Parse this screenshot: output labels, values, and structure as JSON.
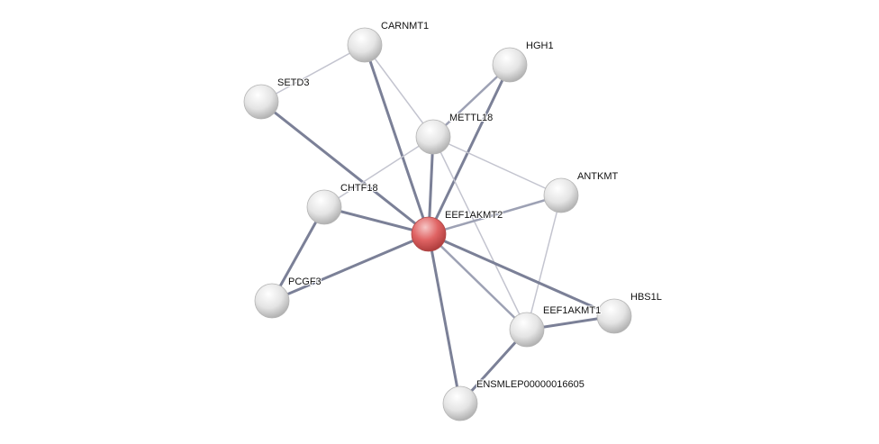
{
  "network": {
    "query_node": "EEF1AKMT2",
    "colors": {
      "query": "#e05a5a",
      "node": "#e6e6e6",
      "strong": "#7b8097",
      "medium": "#9da1b4",
      "weak": "#c3c4cf"
    },
    "nodes": [
      {
        "id": "CARNMT1",
        "label": "CARNMT1"
      },
      {
        "id": "HGH1",
        "label": "HGH1"
      },
      {
        "id": "SETD3",
        "label": "SETD3"
      },
      {
        "id": "METTL18",
        "label": "METTL18"
      },
      {
        "id": "ANTKMT",
        "label": "ANTKMT"
      },
      {
        "id": "CHTF18",
        "label": "CHTF18"
      },
      {
        "id": "EEF1AKMT2",
        "label": "EEF1AKMT2"
      },
      {
        "id": "PCGF3",
        "label": "PCGF3"
      },
      {
        "id": "HBS1L",
        "label": "HBS1L"
      },
      {
        "id": "EEF1AKMT1",
        "label": "EEF1AKMT1"
      },
      {
        "id": "ENSMLEP00000016605",
        "label": "ENSMLEP00000016605"
      }
    ],
    "edges": [
      {
        "source": "CARNMT1",
        "target": "SETD3",
        "strength": "weak"
      },
      {
        "source": "CARNMT1",
        "target": "METTL18",
        "strength": "weak"
      },
      {
        "source": "CARNMT1",
        "target": "EEF1AKMT2",
        "strength": "strong"
      },
      {
        "source": "HGH1",
        "target": "METTL18",
        "strength": "medium"
      },
      {
        "source": "HGH1",
        "target": "EEF1AKMT2",
        "strength": "strong"
      },
      {
        "source": "SETD3",
        "target": "EEF1AKMT2",
        "strength": "strong"
      },
      {
        "source": "METTL18",
        "target": "CHTF18",
        "strength": "weak"
      },
      {
        "source": "METTL18",
        "target": "EEF1AKMT2",
        "strength": "strong"
      },
      {
        "source": "METTL18",
        "target": "ANTKMT",
        "strength": "weak"
      },
      {
        "source": "METTL18",
        "target": "EEF1AKMT1",
        "strength": "weak"
      },
      {
        "source": "ANTKMT",
        "target": "EEF1AKMT2",
        "strength": "medium"
      },
      {
        "source": "ANTKMT",
        "target": "EEF1AKMT1",
        "strength": "weak"
      },
      {
        "source": "CHTF18",
        "target": "EEF1AKMT2",
        "strength": "strong"
      },
      {
        "source": "CHTF18",
        "target": "PCGF3",
        "strength": "strong"
      },
      {
        "source": "PCGF3",
        "target": "EEF1AKMT2",
        "strength": "strong"
      },
      {
        "source": "EEF1AKMT2",
        "target": "HBS1L",
        "strength": "strong"
      },
      {
        "source": "EEF1AKMT2",
        "target": "EEF1AKMT1",
        "strength": "medium"
      },
      {
        "source": "EEF1AKMT2",
        "target": "ENSMLEP00000016605",
        "strength": "strong"
      },
      {
        "source": "EEF1AKMT1",
        "target": "HBS1L",
        "strength": "strong"
      },
      {
        "source": "EEF1AKMT1",
        "target": "ENSMLEP00000016605",
        "strength": "strong"
      }
    ]
  }
}
